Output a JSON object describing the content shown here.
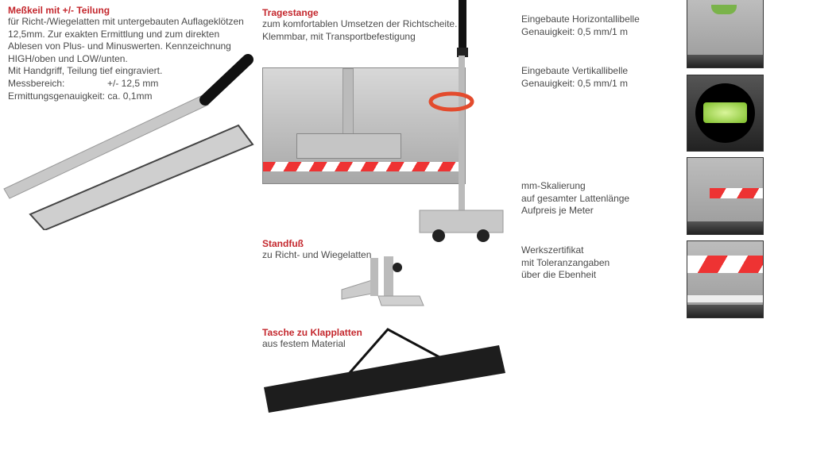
{
  "messkeil": {
    "title": "Meßkeil mit +/- Teilung",
    "lines": [
      "für Richt-/Wiegelatten mit untergebauten Auflageklötzen",
      "12,5mm. Zur exakten Ermittlung und zum direkten",
      "Ablesen von Plus- und Minuswerten. Kennzeichnung",
      "HIGH/oben und LOW/unten.",
      "Mit Handgriff, Teilung tief eingraviert."
    ],
    "specs": [
      {
        "label": "Messbereich:",
        "value": "+/- 12,5 mm"
      },
      {
        "label": "Ermittungsgenauigkeit:",
        "value": "ca. 0,1mm"
      }
    ]
  },
  "tragestange": {
    "title": "Tragestange",
    "lines": [
      "zum komfortablen Umsetzen der Richtscheite.",
      "Klemmbar, mit Transportbefestigung"
    ]
  },
  "standfuss": {
    "title": "Standfuß",
    "lines": [
      "zu Richt- und Wiegelatten"
    ]
  },
  "tasche": {
    "title": "Tasche zu Klapplatten",
    "lines": [
      "aus festem Material"
    ]
  },
  "features": [
    {
      "lines": [
        "Eingebaute Horizontallibelle",
        "Genauigkeit: 0,5 mm/1 m"
      ]
    },
    {
      "lines": [
        "Eingebaute Vertikallibelle",
        "Genauigkeit: 0,5 mm/1 m"
      ]
    },
    {
      "lines": [
        "mm-Skalierung",
        "auf gesamter Lattenlänge",
        "Aufpreis je Meter"
      ]
    },
    {
      "lines": [
        "Werkszertifikat",
        "mit Toleranzangaben",
        "über die Ebenheit"
      ]
    }
  ],
  "colors": {
    "accent": "#c4282e"
  }
}
